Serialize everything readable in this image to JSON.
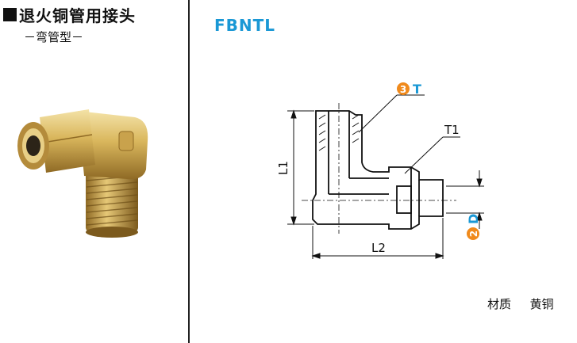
{
  "product": {
    "title": "退火铜管用接头",
    "subtitle": "－弯管型－",
    "model": "FBNTL"
  },
  "drawing": {
    "callout_t": {
      "number": "3",
      "letter": "T"
    },
    "callout_d": {
      "number": "2",
      "letter": "D"
    },
    "dim_t1": "T1",
    "dim_l1": "L1",
    "dim_l2": "L2"
  },
  "material": {
    "label": "材质",
    "value": "黄铜"
  },
  "colors": {
    "model": "#1a98d5",
    "callout": "#f08a1c",
    "callout_letter": "#1a98d5"
  }
}
